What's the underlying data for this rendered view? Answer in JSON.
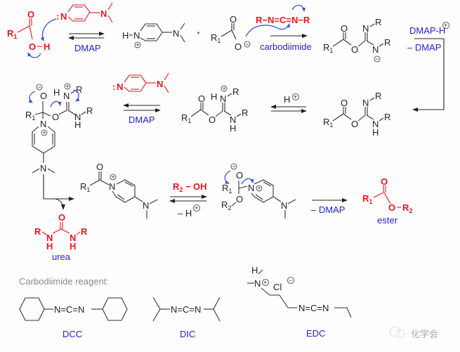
{
  "scheme": {
    "step1": {
      "acid": {
        "r": "R",
        "sub": "1",
        "o_carbonyl": "O",
        "o_h": "O",
        "h": "H"
      },
      "dmap": {
        "lone_pair": ":",
        "n_ring": "N",
        "n_amine": "N"
      },
      "arrow_label": "DMAP",
      "dmap_h": {
        "h": "H",
        "n": "N",
        "n_amine": "N",
        "charge": "+"
      },
      "plus": "+",
      "carboxylate": {
        "r": "R",
        "sub": "1",
        "o": "O",
        "o_minus": "O",
        "charge": "−"
      }
    },
    "step2": {
      "carbodiimide_formula": "R−N=C=N−R",
      "arrow_label": "carbodiimide",
      "product": {
        "r1": "R",
        "sub": "1",
        "o1": "O",
        "o2": "O",
        "n1": "N",
        "r_a": "R",
        "n2": "N",
        "r_b": "R",
        "charge": "−"
      }
    },
    "side": {
      "reagent": "DMAP-H",
      "charge": "+",
      "loss": "– DMAP"
    },
    "row2": {
      "o_acylisourea": {
        "r1": "R",
        "sub": "1",
        "o1": "O",
        "o2": "O",
        "n1": "N",
        "r_a": "R",
        "n2": "N",
        "h": "H",
        "r_b": "R"
      },
      "proton_label": "H",
      "proton_charge": "+",
      "protonated": {
        "r1": "R",
        "sub": "1",
        "o1": "O",
        "o2": "O",
        "h1": "H",
        "n1": "N",
        "r_a": "R",
        "n2": "N",
        "h2": "H",
        "r_b": "R",
        "charge": "+"
      },
      "dmap_label": "DMAP",
      "dmap": {
        "lone_pair": ":",
        "n_ring": "N",
        "n_amine": "N"
      },
      "tetrahedral": {
        "o_minus": "O",
        "r1": "R",
        "sub": "1",
        "o": "O",
        "h": "H",
        "n1": "N",
        "r_a": "R",
        "n2": "N",
        "h2": "H",
        "r_b": "R",
        "n_py": "N",
        "n_amine": "N",
        "charge_plus": "+",
        "charge_minus": "−"
      }
    },
    "row3": {
      "acylpyridinium": {
        "r1": "R",
        "sub": "1",
        "o": "O",
        "n_py": "N",
        "n_amine": "N",
        "charge": "+"
      },
      "alcohol": {
        "r": "R",
        "sub": "2",
        "oh": "OH"
      },
      "proton_loss": "– H",
      "proton_charge": "+",
      "tetra2": {
        "o_minus": "O",
        "r1": "R",
        "sub1": "1",
        "o": "O",
        "r2": "R",
        "sub2": "2",
        "n_py": "N",
        "n_amine": "N"
      },
      "loss": "– DMAP",
      "ester": {
        "r1": "R",
        "sub1": "1",
        "o1": "O",
        "o2": "O",
        "r2": "R",
        "sub2": "2",
        "label": "ester"
      },
      "urea": {
        "o": "O",
        "r_a": "R",
        "n1": "N",
        "h1": "H",
        "n2": "N",
        "h2": "H",
        "r_b": "R",
        "label": "urea"
      }
    },
    "reagents": {
      "heading": "Carbodiimide reagent:",
      "dcc": {
        "formula": "N=C=N",
        "label": "DCC"
      },
      "dic": {
        "formula": "N=C=N",
        "label": "DIC"
      },
      "edc": {
        "h": "H",
        "n": "N",
        "cl": "Cl",
        "formula": "N=C=N",
        "label": "EDC"
      }
    },
    "watermark": "化学会",
    "colors": {
      "red": "#e8151f",
      "blue": "#1f1fc8",
      "black": "#222222",
      "gray": "#8a8a8a"
    }
  }
}
